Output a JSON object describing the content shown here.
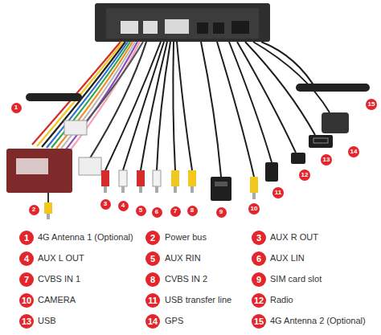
{
  "diagram": {
    "nodes": [
      {
        "text": [
          "1"
        ]
      },
      {
        "text": [
          "2"
        ]
      },
      {
        "text": [
          "3"
        ]
      },
      {
        "text": [
          "4"
        ]
      },
      {
        "text": [
          "5"
        ]
      },
      {
        "text": [
          "6"
        ]
      },
      {
        "text": [
          "7"
        ]
      },
      {
        "text": [
          "8"
        ]
      },
      {
        "text": [
          "9"
        ]
      },
      {
        "text": [
          "10"
        ]
      },
      {
        "text": [
          "11"
        ]
      },
      {
        "text": [
          "12"
        ]
      },
      {
        "text": [
          "13"
        ]
      },
      {
        "text": [
          "14"
        ]
      },
      {
        "text": [
          "15"
        ]
      },
      {
        "text": [
          "1"
        ]
      },
      {
        "text": [
          "2"
        ]
      },
      {
        "text": [
          "3"
        ]
      },
      {
        "text": [
          "4"
        ]
      },
      {
        "text": [
          "5"
        ]
      },
      {
        "text": [
          "6"
        ]
      },
      {
        "text": [
          "7"
        ]
      },
      {
        "text": [
          "8"
        ]
      },
      {
        "text": [
          "9"
        ]
      },
      {
        "text": [
          "10"
        ]
      },
      {
        "text": [
          "11"
        ]
      },
      {
        "text": [
          "12"
        ]
      },
      {
        "text": [
          "13"
        ]
      },
      {
        "text": [
          "14"
        ]
      },
      {
        "text": [
          "15"
        ]
      }
    ],
    "labels": [
      "4G Antenna 1 (Optional)",
      "Power bus",
      "AUX R OUT",
      "AUX L OUT",
      "AUX RIN",
      "AUX LIN",
      "CVBS IN 1",
      "CVBS IN 2",
      "SIM card slot",
      "CAMERA",
      "USB transfer line",
      "Radio",
      "USB",
      "GPS",
      "4G Antenna 2 (Optional)"
    ]
  }
}
